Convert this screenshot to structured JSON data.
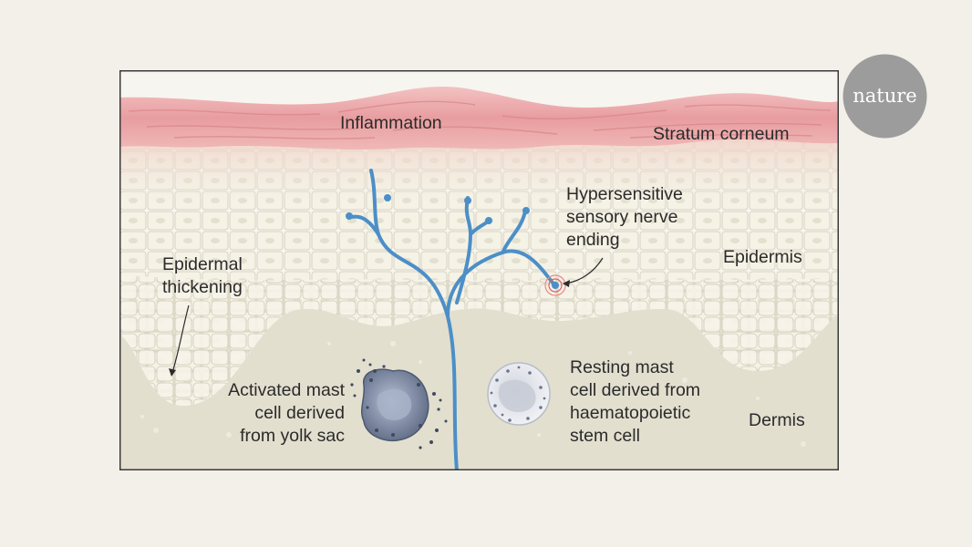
{
  "brand": {
    "logo_text": "nature",
    "logo_color": "#9c9c9c"
  },
  "colors": {
    "background": "#f3f0ea",
    "inflammation": "#e8a4a6",
    "epidermis": "#f2efe2",
    "dermis": "#e2dfcf",
    "nerve": "#4c8fc7",
    "activated_cell": "#7f8ba4",
    "resting_cell": "#dfe1e7",
    "border": "#3a3a3a"
  },
  "labels": {
    "inflammation": "Inflammation",
    "stratum_corneum": "Stratum corneum",
    "hypersensitive": [
      "Hypersensitive",
      "sensory nerve",
      "ending"
    ],
    "epidermis": "Epidermis",
    "epidermal_thickening": [
      "Epidermal",
      "thickening"
    ],
    "activated_mast": [
      "Activated mast",
      "cell derived",
      "from yolk sac"
    ],
    "resting_mast": [
      "Resting mast",
      "cell derived from",
      "haematopoietic",
      "stem cell"
    ],
    "dermis": "Dermis"
  }
}
